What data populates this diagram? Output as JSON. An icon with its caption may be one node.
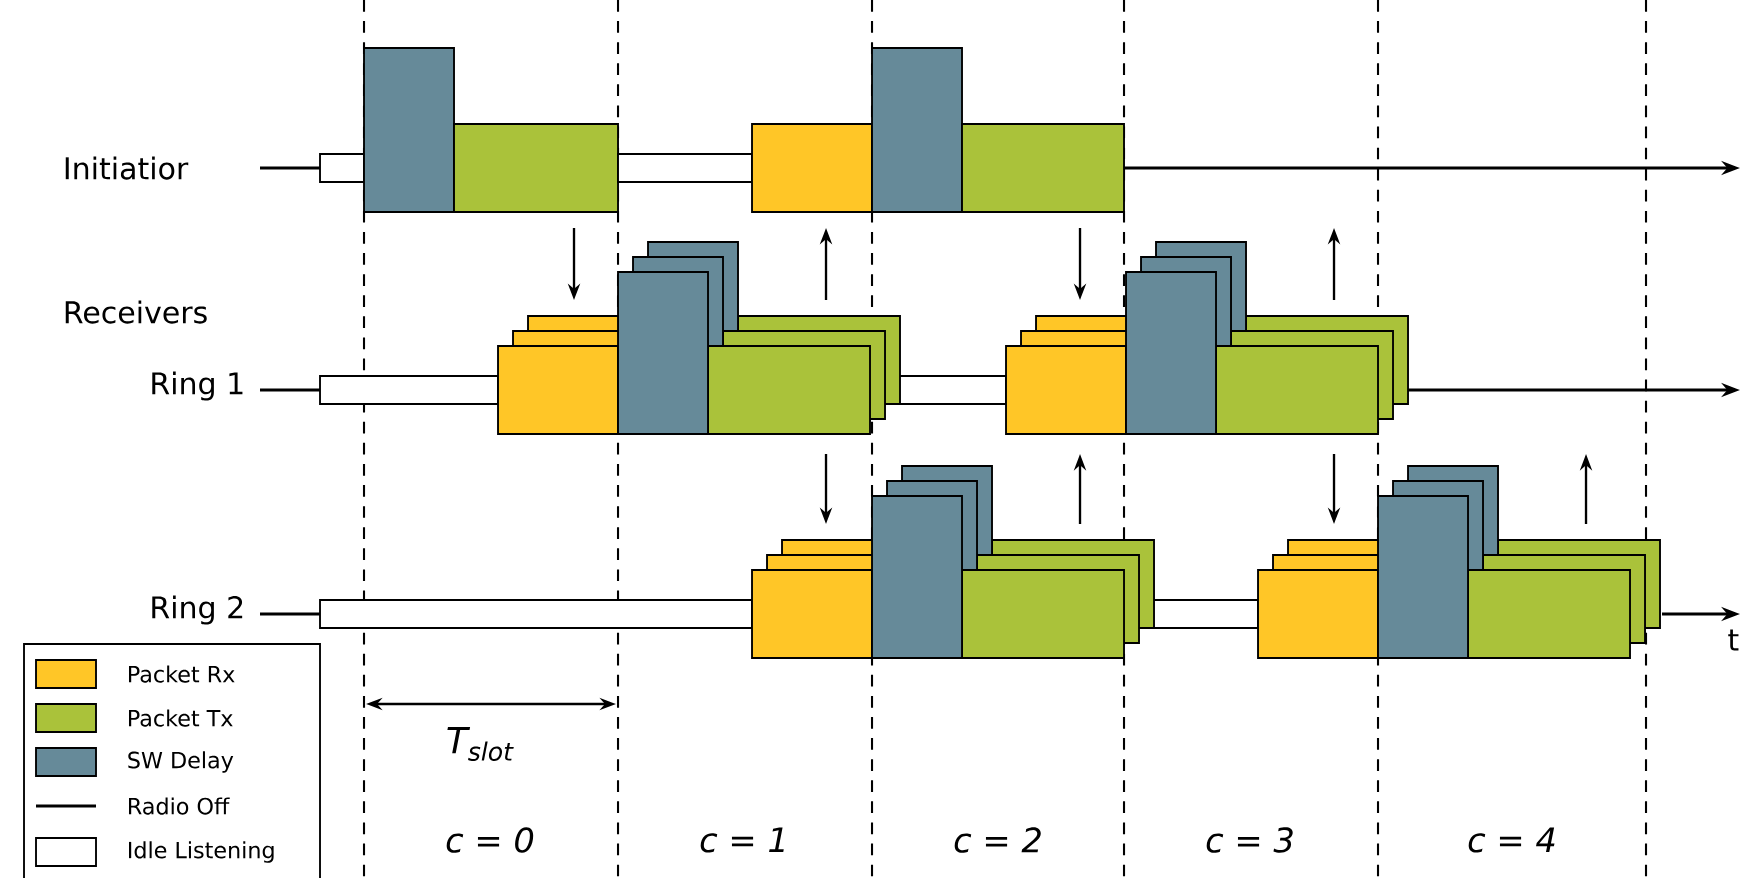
{
  "diagram": {
    "labels": [
      "Initiatior",
      "Receivers",
      "Ring 1",
      "Ring 2",
      "t",
      "T$_{slot}$",
      "c = 0",
      "c = 1",
      "c = 2",
      "c = 3",
      "c = 4"
    ],
    "legend": [
      {
        "text": "Packet Rx",
        "color": "#ffc627"
      },
      {
        "text": "Packet Tx",
        "color": "#aac23a"
      },
      {
        "text": "SW Delay",
        "color": "#668a99"
      },
      {
        "text": "Radio Off"
      },
      {
        "text": "Idle Listening"
      }
    ]
  }
}
